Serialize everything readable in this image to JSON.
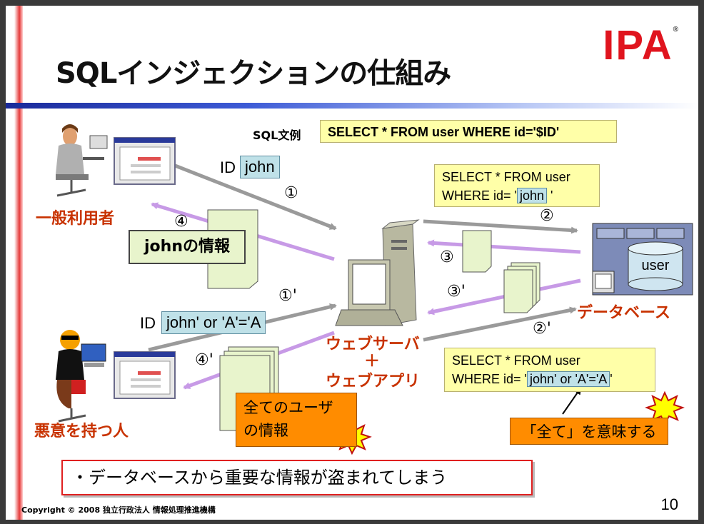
{
  "slide": {
    "title": "SQLインジェクションの仕組み",
    "logo": "IPA",
    "logo_mark": "®",
    "sql_label": "SQL文例",
    "sql_example": "SELECT * FROM user WHERE id='$ID'",
    "normal_user_label": "一般利用者",
    "malicious_user_label": "悪意を持つ人",
    "server_label_1": "ウェブサーバ",
    "server_plus": "＋",
    "server_label_2": "ウェブアプリ",
    "db_label": "データベース",
    "db_table": "user",
    "id_prefix": "ID",
    "id_normal": "john",
    "id_malicious": "john' or 'A'='A",
    "step1": "①",
    "step1p": "①'",
    "step2": "②",
    "step2p": "②'",
    "step3": "③",
    "step3p": "③'",
    "step4": "④",
    "step4p": "④'",
    "query_normal_line1": "SELECT * FROM user",
    "query_normal_line2_prefix": "WHERE id= '",
    "query_normal_value": "john",
    "query_normal_suffix": "'",
    "query_mal_line1": "SELECT * FROM user",
    "query_mal_line2_prefix": "WHERE id= '",
    "query_mal_value": "john' or 'A'='A",
    "query_mal_suffix": "'",
    "result_normal": "johnの情報",
    "result_all_line1": "全てのユーザ",
    "result_all_line2": "の情報",
    "means_all": "「全て」を意味する",
    "summary": "・データベースから重要な情報が盗まれてしまう",
    "copyright": "Copyright © 2008 独立行政法人 情報処理推進機構",
    "page_number": "10"
  }
}
